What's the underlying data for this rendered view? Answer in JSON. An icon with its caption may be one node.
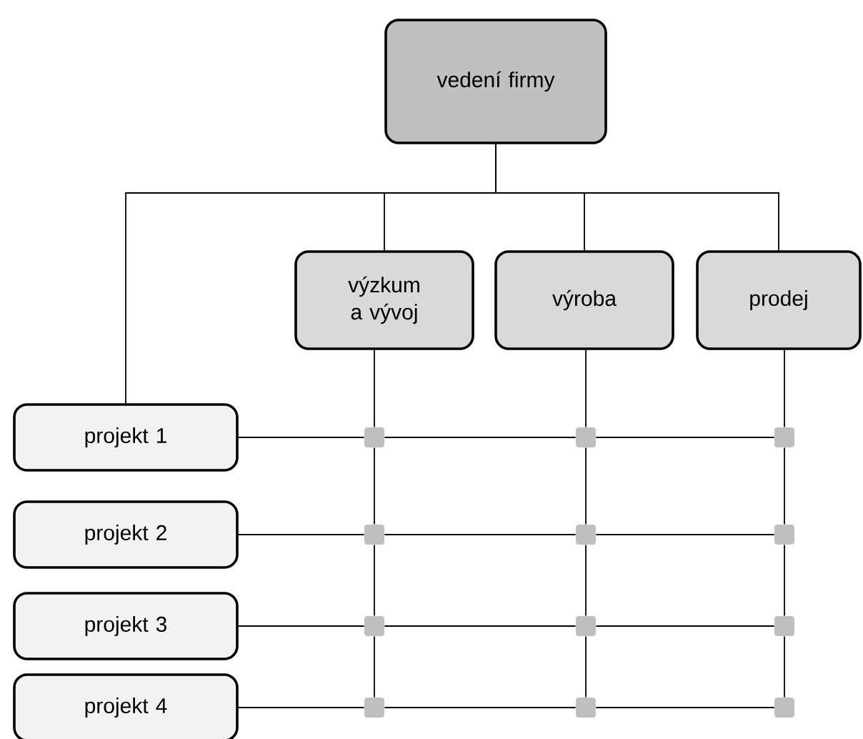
{
  "diagram": {
    "nodes": [
      {
        "text": [
          "vedení firmy"
        ]
      },
      {
        "text": [
          "výzkum a vývoj"
        ]
      },
      {
        "text": [
          "výroba"
        ]
      },
      {
        "text": [
          "prodej"
        ]
      },
      {
        "text": [
          "projekt 1"
        ]
      },
      {
        "text": [
          "projekt 2"
        ]
      },
      {
        "text": [
          "projekt 3"
        ]
      },
      {
        "text": [
          "projekt 4"
        ]
      },
      {
        "text": [],
        "shape": "box"
      },
      {
        "text": [],
        "shape": "box"
      },
      {
        "text": [],
        "shape": "box"
      },
      {
        "text": [],
        "shape": "box"
      },
      {
        "text": [],
        "shape": "box"
      },
      {
        "text": [],
        "shape": "box"
      },
      {
        "text": [],
        "shape": "box"
      },
      {
        "text": [],
        "shape": "box"
      },
      {
        "text": [],
        "shape": "box"
      },
      {
        "text": [],
        "shape": "box"
      },
      {
        "text": [],
        "shape": "box"
      },
      {
        "text": [],
        "shape": "box"
      }
    ],
    "edges": [
      {
        "from": 0,
        "to": 1,
        "arrow": "none"
      },
      {
        "from": 0,
        "to": 2,
        "arrow": "none"
      },
      {
        "from": 0,
        "to": 3,
        "arrow": "none"
      },
      {
        "from": 0,
        "to": 4,
        "arrow": "none"
      },
      {
        "from": 1,
        "to": 8,
        "arrow": "none"
      },
      {
        "from": 8,
        "to": 11,
        "arrow": "none"
      },
      {
        "from": 11,
        "to": 14,
        "arrow": "none"
      },
      {
        "from": 14,
        "to": 17,
        "arrow": "none"
      },
      {
        "from": 2,
        "to": 9,
        "arrow": "none"
      },
      {
        "from": 9,
        "to": 12,
        "arrow": "none"
      },
      {
        "from": 12,
        "to": 15,
        "arrow": "none"
      },
      {
        "from": 15,
        "to": 18,
        "arrow": "none"
      },
      {
        "from": 3,
        "to": 10,
        "arrow": "none"
      },
      {
        "from": 10,
        "to": 13,
        "arrow": "none"
      },
      {
        "from": 13,
        "to": 16,
        "arrow": "none"
      },
      {
        "from": 16,
        "to": 19,
        "arrow": "none"
      },
      {
        "from": 4,
        "to": 8,
        "arrow": "none"
      },
      {
        "from": 8,
        "to": 9,
        "arrow": "none"
      },
      {
        "from": 9,
        "to": 10,
        "arrow": "none"
      },
      {
        "from": 5,
        "to": 11,
        "arrow": "none"
      },
      {
        "from": 11,
        "to": 12,
        "arrow": "none"
      },
      {
        "from": 12,
        "to": 13,
        "arrow": "none"
      },
      {
        "from": 6,
        "to": 14,
        "arrow": "none"
      },
      {
        "from": 14,
        "to": 15,
        "arrow": "none"
      },
      {
        "from": 15,
        "to": 16,
        "arrow": "none"
      },
      {
        "from": 7,
        "to": 17,
        "arrow": "none"
      },
      {
        "from": 17,
        "to": 18,
        "arrow": "none"
      },
      {
        "from": 18,
        "to": 19,
        "arrow": "none"
      }
    ]
  }
}
